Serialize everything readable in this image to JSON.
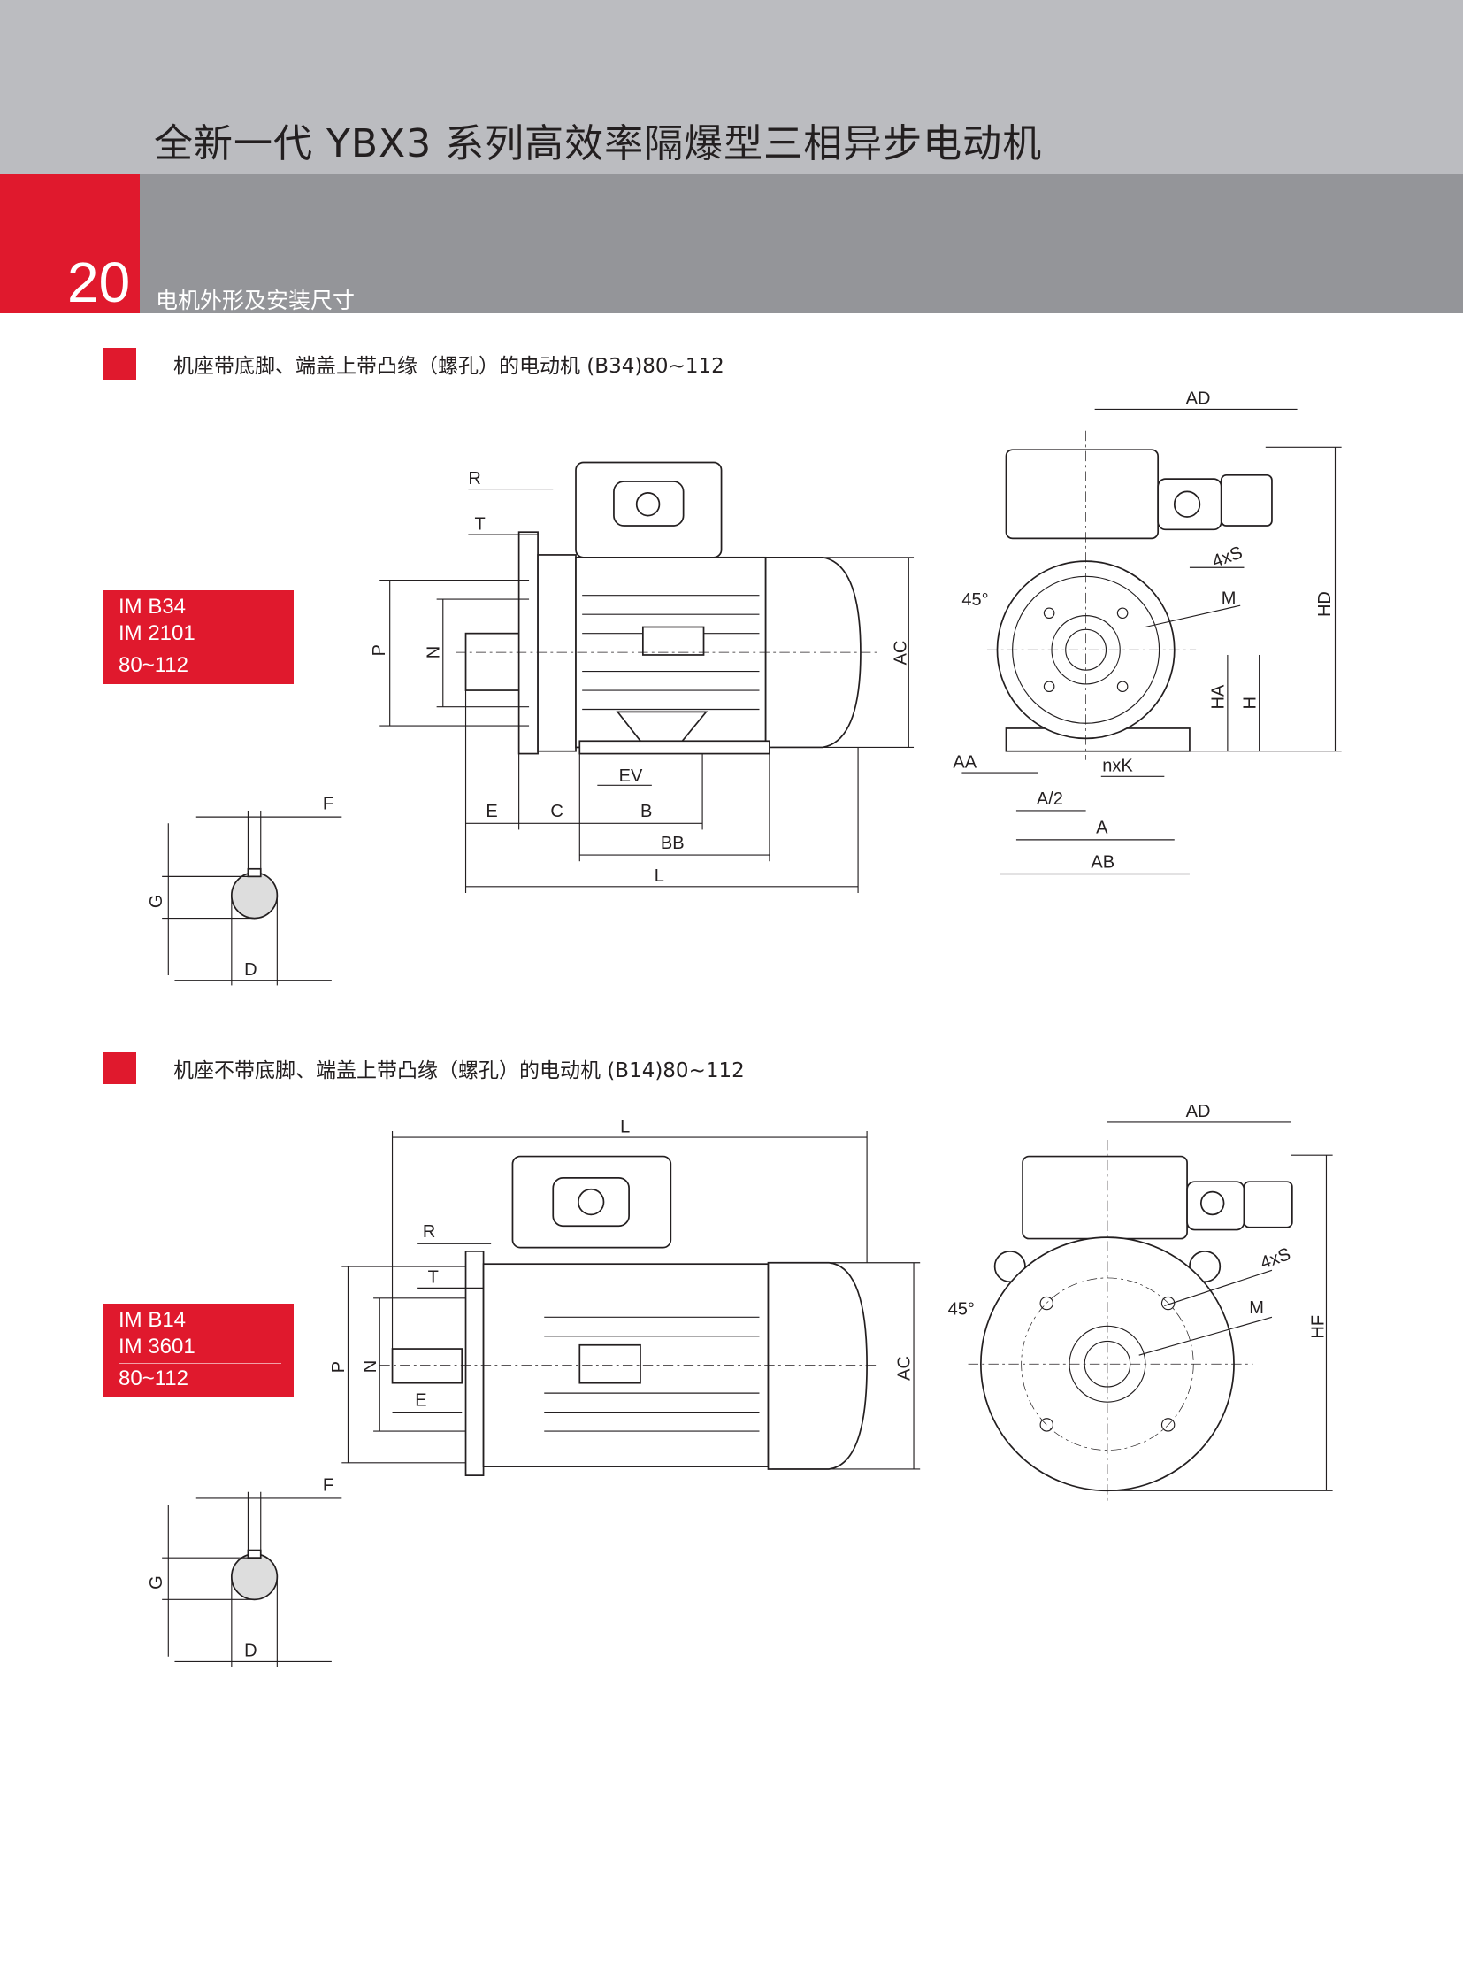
{
  "header": {
    "title": "全新一代 YBX3 系列高效率隔爆型三相异步电动机",
    "page_number": "20",
    "subtitle": "电机外形及安装尺寸",
    "accent": "#e0192d"
  },
  "sections": [
    {
      "heading": "机座带底脚、端盖上带凸缘（螺孔）的电动机 (B34)80~112",
      "im_line1": "IM B34",
      "im_line2": "IM 2101",
      "range": "80~112",
      "dims": {
        "R": "R",
        "T": "T",
        "P": "P",
        "N": "N",
        "AC": "AC",
        "EV": "EV",
        "E": "E",
        "C": "C",
        "B": "B",
        "BB": "BB",
        "L": "L",
        "AD": "AD",
        "angle": "45°",
        "S": "4xS",
        "M": "M",
        "HD": "HD",
        "HA": "HA",
        "H": "H",
        "AA": "AA",
        "K": "nxK",
        "A2": "A/2",
        "A": "A",
        "AB": "AB",
        "F": "F",
        "G": "G",
        "D": "D"
      }
    },
    {
      "heading": "机座不带底脚、端盖上带凸缘（螺孔）的电动机 (B14)80~112",
      "im_line1": "IM B14",
      "im_line2": "IM 3601",
      "range": "80~112",
      "dims": {
        "L": "L",
        "R": "R",
        "T": "T",
        "P": "P",
        "N": "N",
        "E": "E",
        "AC": "AC",
        "AD": "AD",
        "S": "4xS",
        "angle": "45°",
        "M": "M",
        "HF": "HF",
        "F": "F",
        "G": "G",
        "D": "D"
      }
    }
  ]
}
